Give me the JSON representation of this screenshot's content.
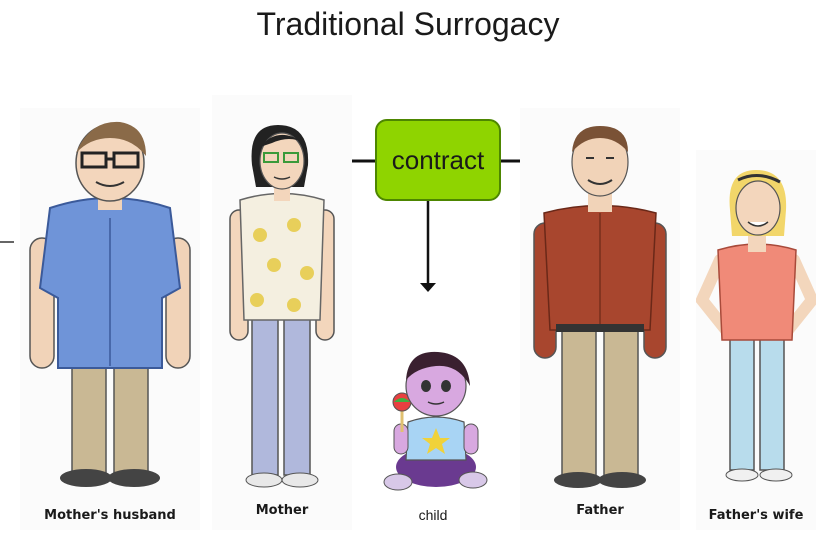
{
  "title": "Traditional Surrogacy",
  "contract": {
    "label": "contract",
    "color": "#8fd400",
    "border_color": "#4d8600"
  },
  "people": [
    {
      "label": "Mother's husband",
      "shirt_color": "#6f94d8",
      "pants_color": "#c9b894"
    },
    {
      "label": "Mother",
      "shirt_color": "#f4efe0",
      "pants_color": "#b0b8dc"
    },
    {
      "label": "child",
      "shirt_color": "#a8d4f4",
      "pants_color": "#6a3a90"
    },
    {
      "label": "Father",
      "shirt_color": "#a8462e",
      "pants_color": "#c9b894"
    },
    {
      "label": "Father's wife",
      "shirt_color": "#f08a78",
      "pants_color": "#b8dcec"
    }
  ]
}
